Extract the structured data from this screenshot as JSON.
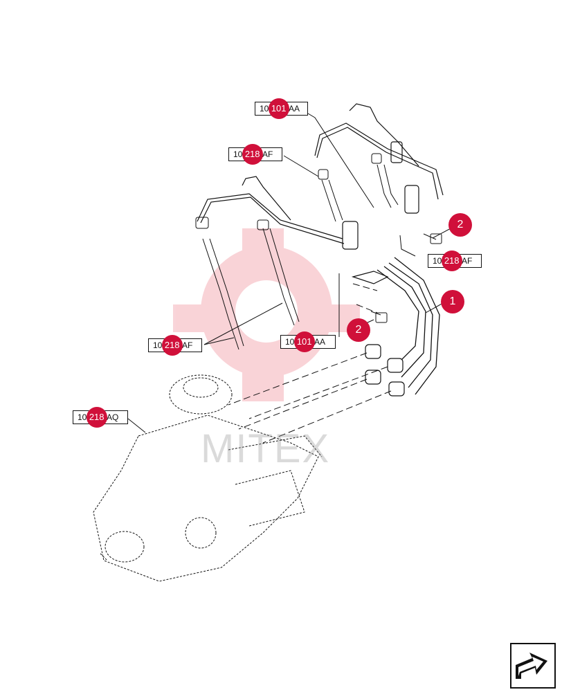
{
  "diagram": {
    "callouts": [
      {
        "id": "callout-1",
        "label": "1"
      },
      {
        "id": "callout-2a",
        "label": "2"
      },
      {
        "id": "callout-2b",
        "label": "2"
      }
    ],
    "refs": [
      {
        "pre": "10.",
        "hl": "101",
        "post": ".AA"
      },
      {
        "pre": "10.",
        "hl": "218",
        "post": ".AF"
      },
      {
        "pre": "10.",
        "hl": "218",
        "post": ".AF"
      },
      {
        "pre": "10.",
        "hl": "218",
        "post": ".AF"
      },
      {
        "pre": "10.",
        "hl": "101",
        "post": ".AA"
      },
      {
        "pre": "10.",
        "hl": "218",
        "post": ".AQ"
      }
    ],
    "watermark": "MITEX",
    "colors": {
      "callout": "#d0103a",
      "line": "#111111"
    }
  },
  "nav": {
    "icon": "next-page-arrow-icon"
  }
}
